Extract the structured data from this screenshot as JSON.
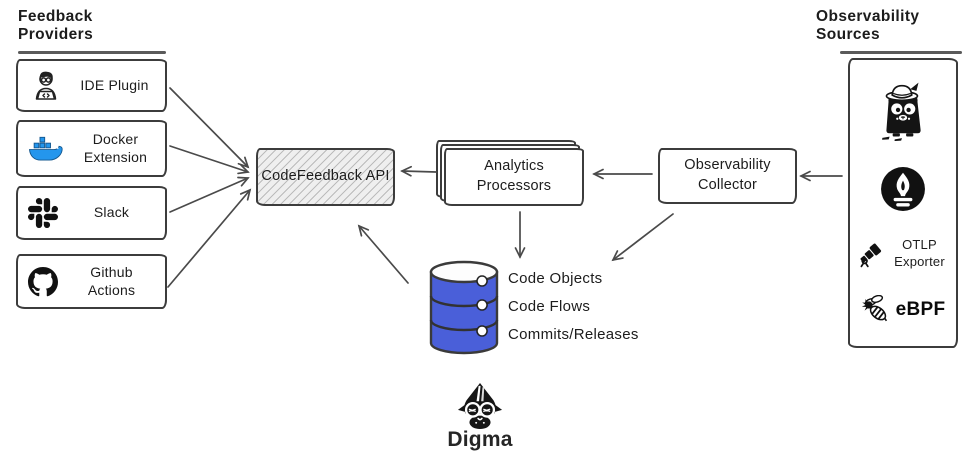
{
  "feedback_providers": {
    "title": "Feedback Providers",
    "items": [
      {
        "label": "IDE Plugin",
        "icon": "developer-icon"
      },
      {
        "label": "Docker Extension",
        "icon": "docker-icon"
      },
      {
        "label": "Slack",
        "icon": "slack-icon"
      },
      {
        "label": "Github Actions",
        "icon": "github-icon"
      }
    ]
  },
  "nodes": {
    "code_feedback_api": "CodeFeedback API",
    "analytics_processors": "Analytics Processors",
    "observability_collector": "Observability Collector"
  },
  "observability_sources": {
    "title": "Observability Sources",
    "items": [
      {
        "icon": "jaeger-gopher-icon"
      },
      {
        "icon": "prometheus-icon"
      },
      {
        "label": "OTLP Exporter",
        "icon": "otel-telescope-icon"
      },
      {
        "label": "eBPF",
        "icon": "ebpf-bee-icon"
      }
    ]
  },
  "datastore": {
    "labels": [
      "Code Objects",
      "Code Flows",
      "Commits/Releases"
    ],
    "color": "#4a5fd9"
  },
  "brand": {
    "name": "Digma",
    "icon": "digma-owl-icon"
  },
  "colors": {
    "outline": "#3c3c3c",
    "arrow": "#4a4a4a",
    "hatch_fill": "#ededed",
    "docker_blue": "#2496ed",
    "db_blue": "#4a5fd9"
  }
}
